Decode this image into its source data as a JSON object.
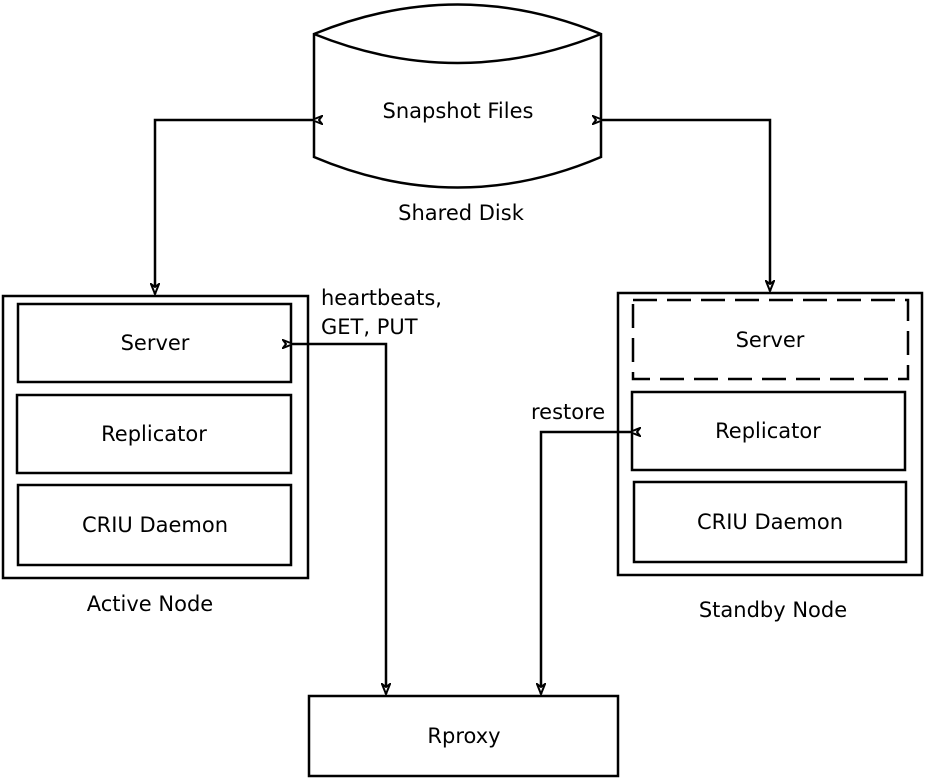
{
  "shared_disk": {
    "cylinder_label": "Snapshot Files",
    "caption": "Shared Disk"
  },
  "active_node": {
    "caption": "Active Node",
    "server": "Server",
    "replicator": "Replicator",
    "criu": "CRIU Daemon"
  },
  "standby_node": {
    "caption": "Standby Node",
    "server": "Server",
    "replicator": "Replicator",
    "criu": "CRIU Daemon"
  },
  "rproxy": {
    "label": "Rproxy"
  },
  "edge_labels": {
    "heartbeats_line1": "heartbeats,",
    "heartbeats_line2": "GET, PUT",
    "restore": "restore"
  }
}
